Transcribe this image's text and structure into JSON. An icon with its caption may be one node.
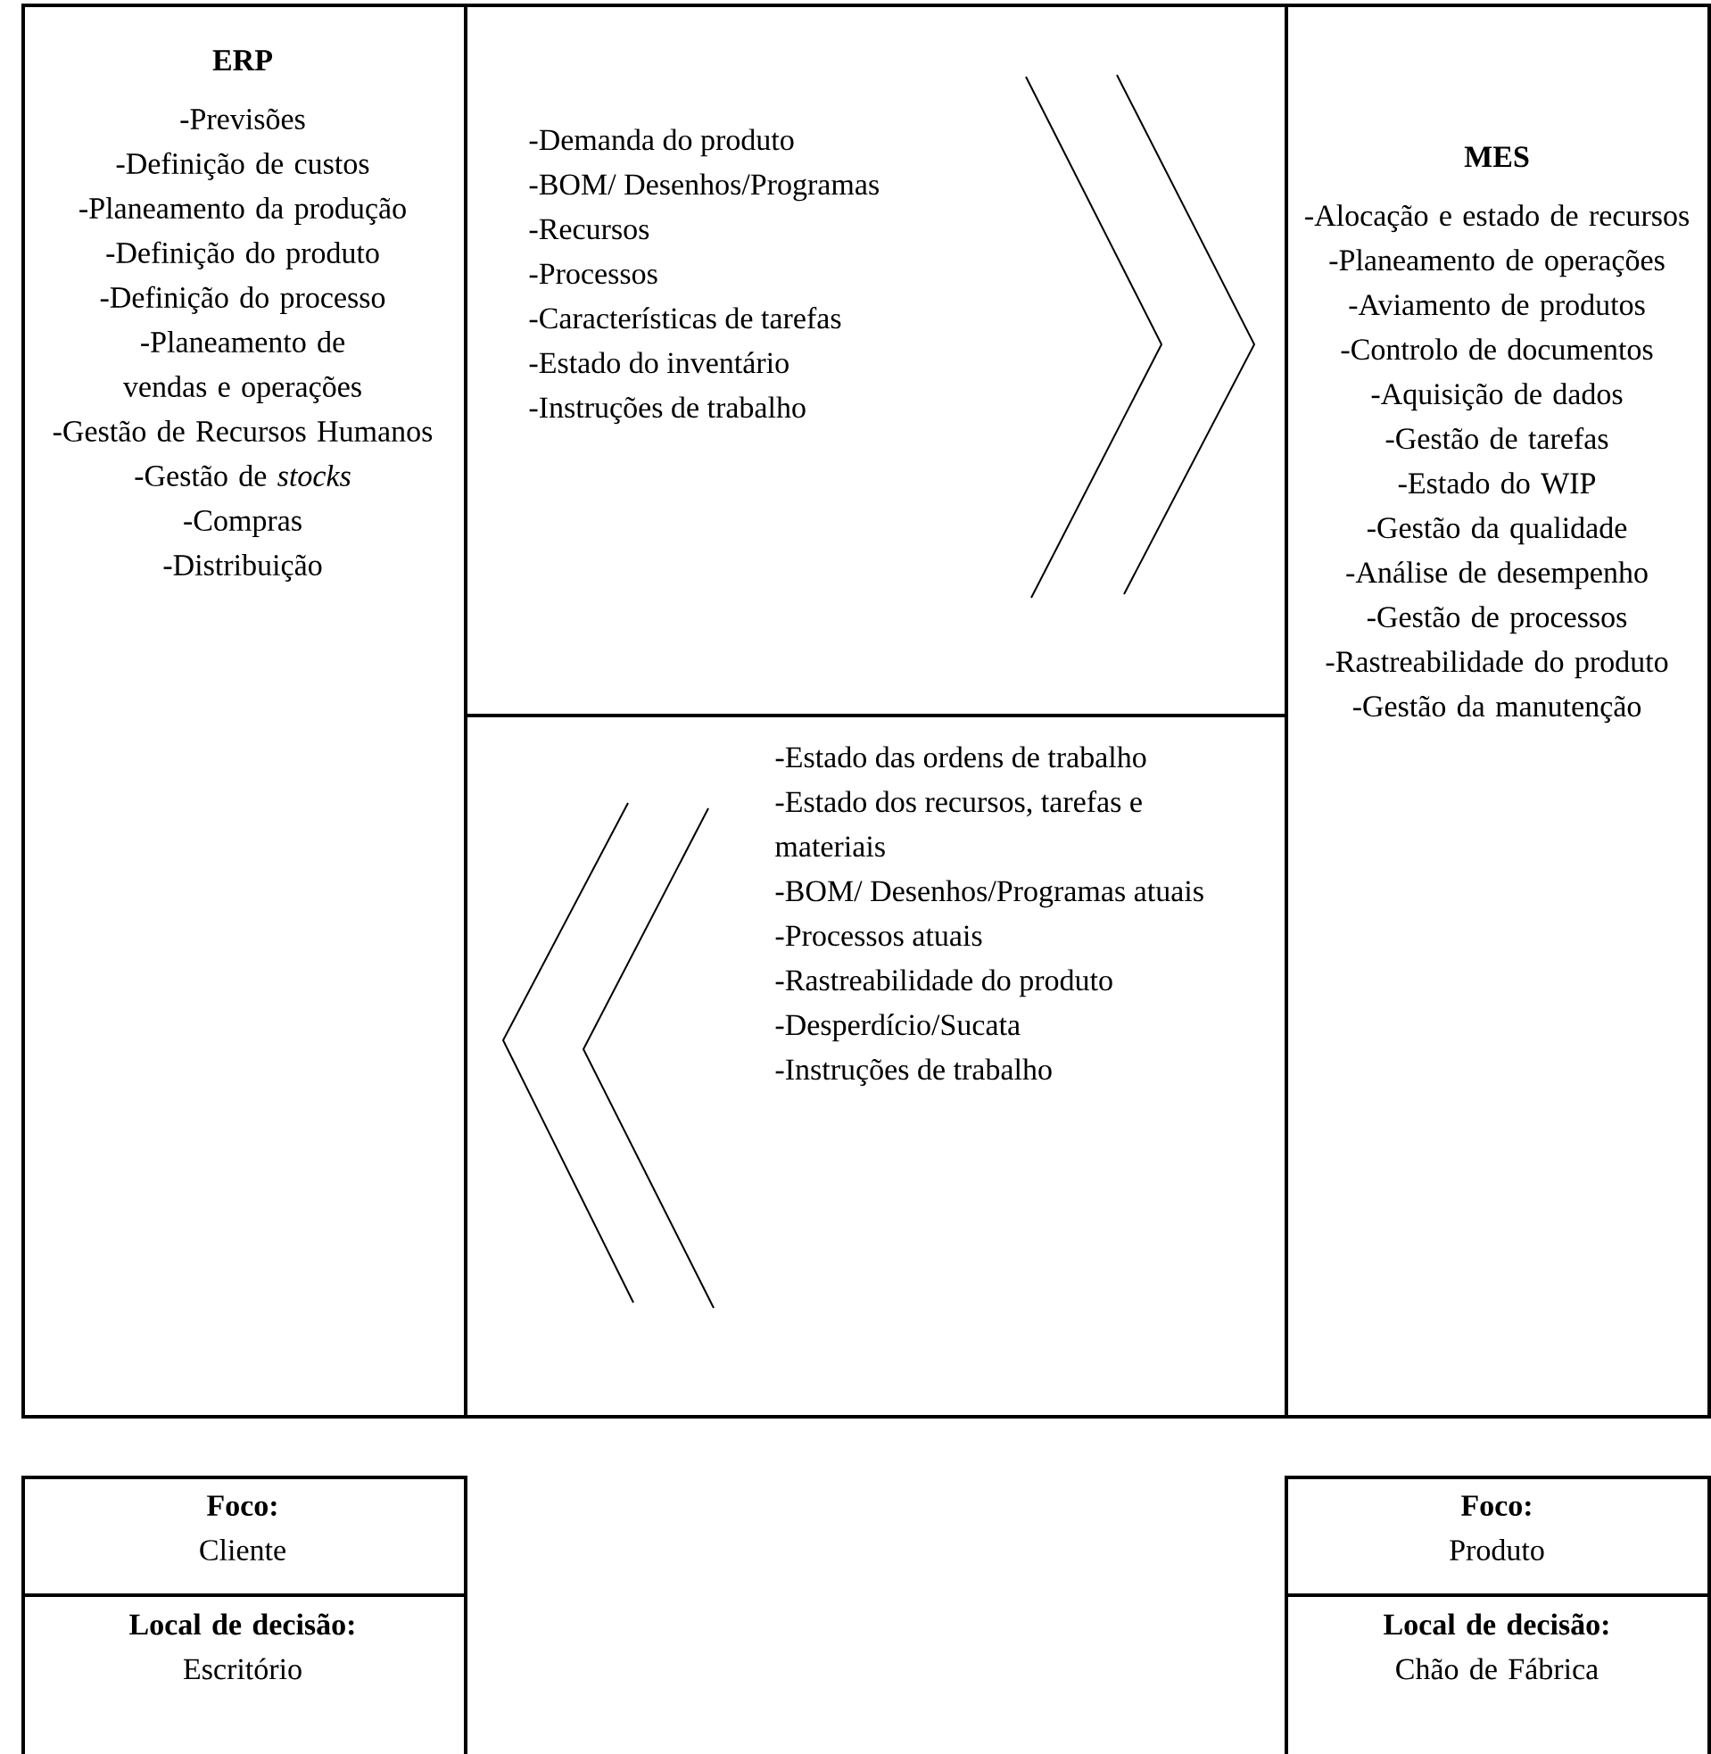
{
  "diagram": {
    "nodes": [
      {
        "text": [
          "ERP",
          "-Previsões",
          "-Definição de custos",
          "-Planeamento da produção",
          "-Definição do produto",
          "-Definição do processo",
          "-Planeamento de vendas e operações",
          "-Gestão de Recursos Humanos",
          "-Gestão de *stocks*",
          "-Compras",
          "-Distribuição"
        ]
      },
      {
        "text": [
          "-Demanda do produto",
          "-BOM/ Desenhos/Programas",
          "-Recursos",
          "-Processos",
          "-Características de tarefas",
          "-Estado do inventário",
          "-Instruções de trabalho"
        ]
      },
      {
        "text": [
          "-Estado das ordens de trabalho",
          "-Estado dos recursos, tarefas e materiais",
          "-BOM/ Desenhos/Programas atuais",
          "-Processos atuais",
          "-Rastreabilidade do produto",
          "-Desperdício/Sucata",
          "-Instruções de trabalho"
        ]
      },
      {
        "text": [
          "MES",
          "-Alocação e estado de recursos",
          "-Planeamento de operações",
          "-Aviamento de produtos",
          "-Controlo de documentos",
          "-Aquisição de dados",
          "-Gestão de tarefas",
          "-Estado do WIP",
          "-Gestão da qualidade",
          "-Análise de desempenho",
          "-Gestão de processos",
          "-Rastreabilidade do produto",
          "-Gestão da manutenção"
        ]
      },
      {
        "text": [
          "Foco:",
          "Cliente"
        ]
      },
      {
        "text": [
          "Local de decisão:",
          "Escritório"
        ]
      },
      {
        "text": [
          "Foco:",
          "Produto"
        ]
      },
      {
        "text": [
          "Local de decisão:",
          "Chão de Fábrica"
        ]
      }
    ]
  }
}
